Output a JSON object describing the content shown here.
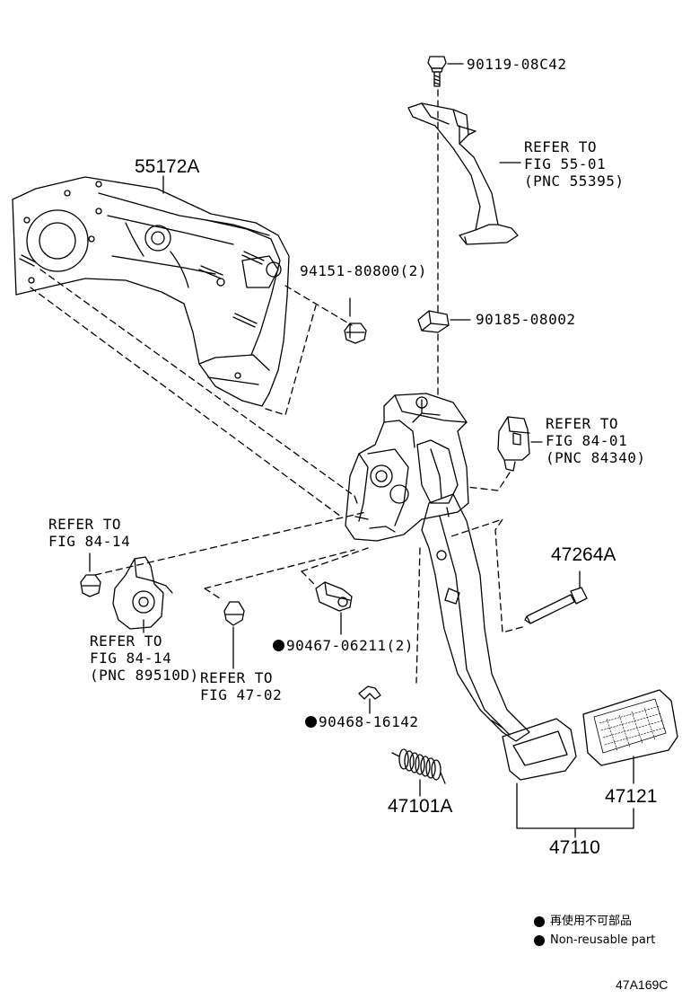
{
  "parts": {
    "bolt_top": "90119-08C42",
    "bracket_refer": [
      "REFER TO",
      "FIG 55-01",
      "(PNC 55395)"
    ],
    "support": "55172A",
    "nut": "94151-80800(2)",
    "clip_nut": "90185-08002",
    "switch_refer": [
      "REFER TO",
      "FIG 84-01",
      "(PNC 84340)"
    ],
    "refer_84_14_a": [
      "REFER TO",
      "FIG 84-14"
    ],
    "pin": "47264A",
    "sensor_refer": [
      "REFER TO",
      "FIG 84-14",
      "(PNC 89510D)"
    ],
    "refer_47_02": [
      "REFER TO",
      "FIG 47-02"
    ],
    "bushing": "90467-06211(2)",
    "clip": "90468-16142",
    "spring": "47101A",
    "pad": "47121",
    "pedal": "47110"
  },
  "legend": {
    "line1": "再使用不可部品",
    "line2": "Non-reusable part"
  },
  "figure_id": "47A169C"
}
